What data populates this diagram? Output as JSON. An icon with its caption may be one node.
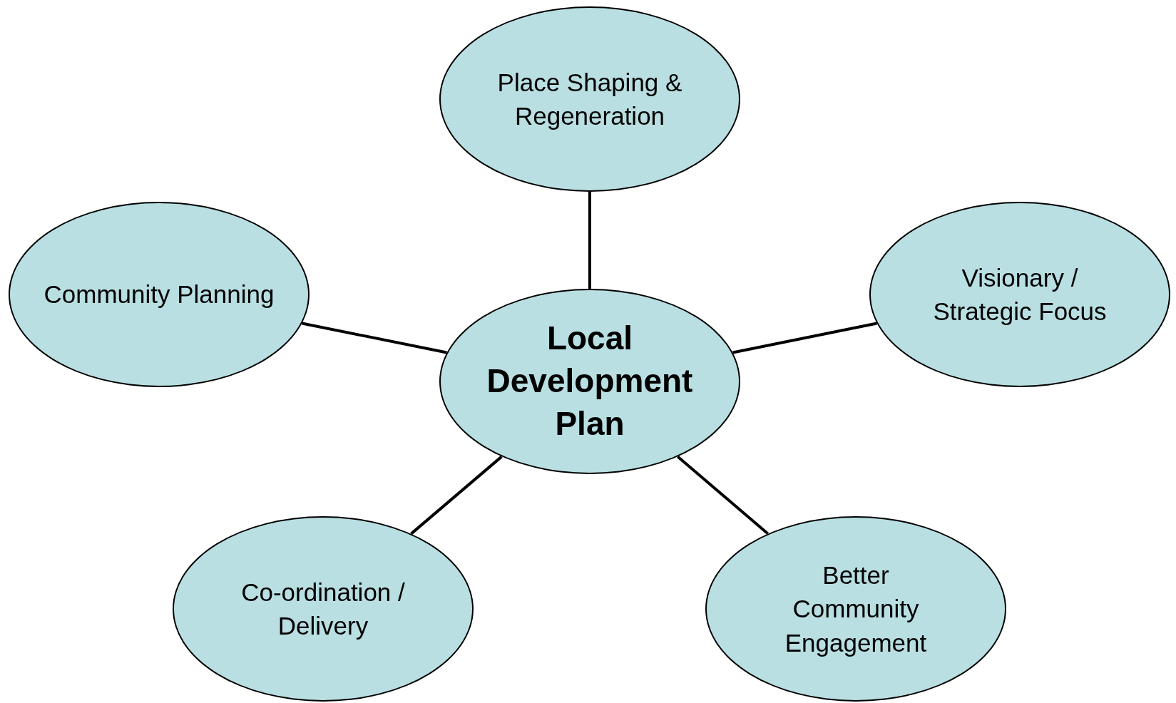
{
  "diagram": {
    "nodes": [
      {
        "text": [
          "Place Shaping & Regeneration"
        ]
      },
      {
        "text": [
          "Community Planning"
        ]
      },
      {
        "text": [
          "Local Development Plan"
        ]
      },
      {
        "text": [
          "Visionary / Strategic Focus"
        ]
      },
      {
        "text": [
          "Co-ordination / Delivery"
        ]
      },
      {
        "text": [
          "Better Community Engagement"
        ]
      }
    ],
    "edges": [
      {
        "from": 2,
        "to": 0,
        "arrow": "none"
      },
      {
        "from": 2,
        "to": 1,
        "arrow": "none"
      },
      {
        "from": 2,
        "to": 3,
        "arrow": "none"
      },
      {
        "from": 2,
        "to": 4,
        "arrow": "none"
      },
      {
        "from": 2,
        "to": 5,
        "arrow": "none"
      }
    ]
  }
}
